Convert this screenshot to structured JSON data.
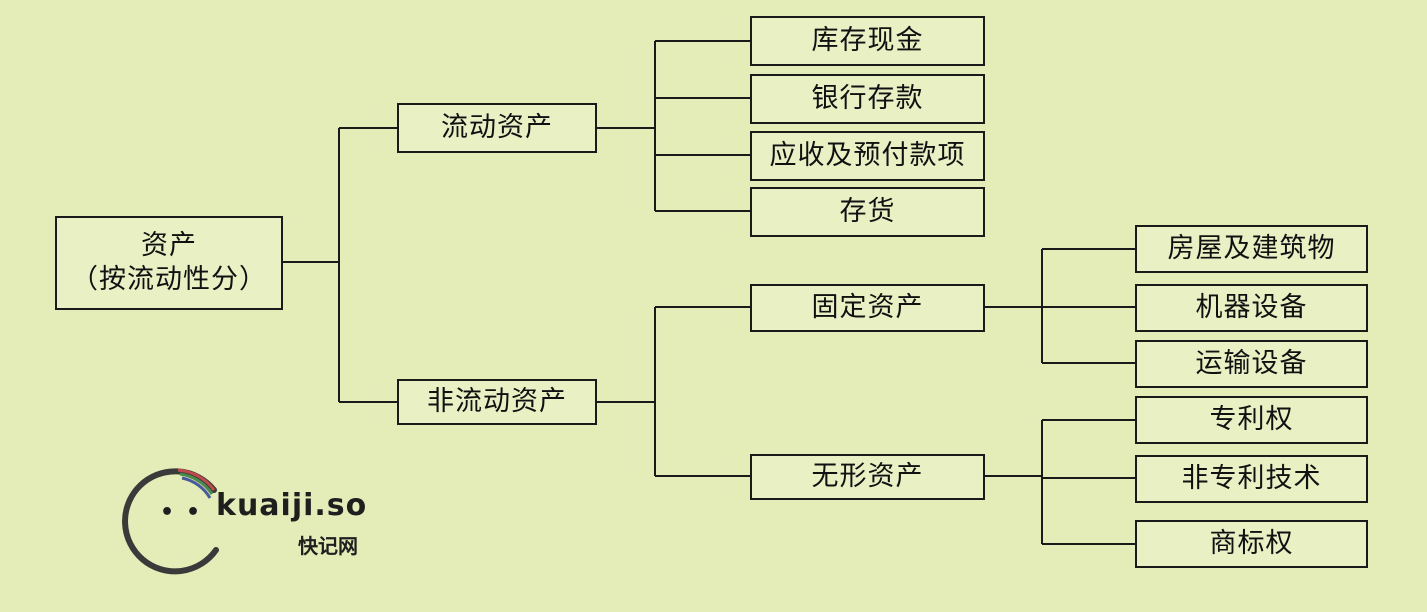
{
  "diagram": {
    "root": {
      "line1": "资产",
      "line2": "（按流动性分）"
    },
    "level1": {
      "current": "流动资产",
      "noncurrent": "非流动资产"
    },
    "current_children": [
      "库存现金",
      "银行存款",
      "应收及预付款项",
      "存货"
    ],
    "noncurrent_children": {
      "fixed": "固定资产",
      "intangible": "无形资产"
    },
    "fixed_children": [
      "房屋及建筑物",
      "机器设备",
      "运输设备"
    ],
    "intangible_children": [
      "专利权",
      "非专利技术",
      "商标权"
    ]
  },
  "watermark": {
    "brand": "kuaiji.so",
    "brand_cn": "快记网"
  },
  "colors": {
    "background": "#e4edb8",
    "line": "#1a1a1a",
    "text": "#111111"
  }
}
